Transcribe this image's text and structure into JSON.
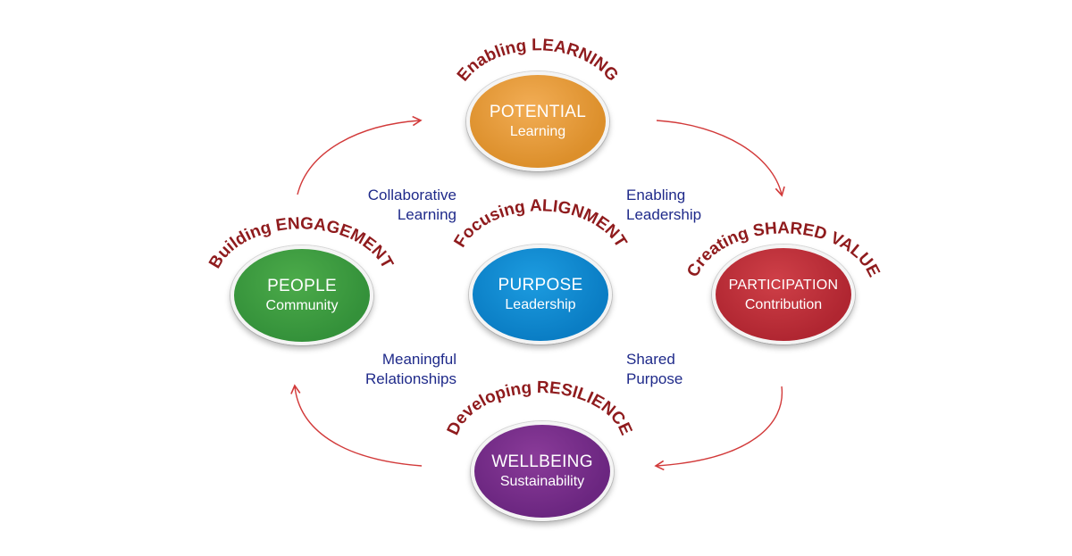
{
  "nodes": {
    "potential": {
      "title": "POTENTIAL",
      "subtitle": "Learning",
      "color": "#e0962f"
    },
    "people": {
      "title": "PEOPLE",
      "subtitle": "Community",
      "color": "#3b9a3e"
    },
    "purpose": {
      "title": "PURPOSE",
      "subtitle": "Leadership",
      "color": "#0f86cd"
    },
    "participation": {
      "title": "PARTICIPATION",
      "subtitle": "Contribution",
      "color": "#b82d36"
    },
    "wellbeing": {
      "title": "WELLBEING",
      "subtitle": "Sustainability",
      "color": "#732c88"
    }
  },
  "arc_titles": {
    "learning": "Enabling LEARNING",
    "engagement": "Building ENGAGEMENT",
    "alignment": "Focusing ALIGNMENT",
    "shared_value": "Creating SHARED VALUE",
    "resilience": "Developing RESILIENCE"
  },
  "flow_labels": {
    "collaborative": [
      "Collaborative",
      "Learning"
    ],
    "enabling_leadership": [
      "Enabling",
      "Leadership"
    ],
    "meaningful": [
      "Meaningful",
      "Relationships"
    ],
    "shared_purpose": [
      "Shared",
      "Purpose"
    ]
  },
  "colors": {
    "arc_title": "#8f1b1d",
    "flow_label": "#1f2a8a",
    "arrow": "#d23a3a"
  }
}
